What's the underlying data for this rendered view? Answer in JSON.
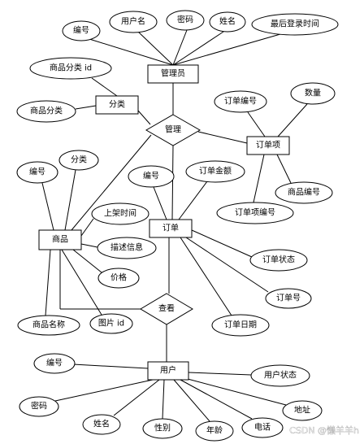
{
  "entities": {
    "admin": "管理员",
    "category": "分类",
    "product": "商品",
    "order_item": "订单项",
    "order": "订单",
    "user": "用户"
  },
  "relationships": {
    "manage": "管理",
    "view": "查看"
  },
  "attributes": {
    "admin_id": "编号",
    "admin_username": "用户名",
    "admin_password": "密码",
    "admin_name": "姓名",
    "admin_last_login": "最后登录时间",
    "category_id": "商品分类 id",
    "category_name": "商品分类",
    "product_id": "编号",
    "product_category": "分类",
    "product_shelf_time": "上架时间",
    "product_desc": "描述信息",
    "product_price": "价格",
    "product_name": "商品名称",
    "product_image": "图片 id",
    "oi_order_no": "订单编号",
    "oi_quantity": "数量",
    "oi_product_no": "商品编号",
    "oi_item_no": "订单项编号",
    "order_id": "编号",
    "order_amount": "订单金额",
    "order_status": "订单状态",
    "order_no": "订单号",
    "order_date": "订单日期",
    "user_id": "编号",
    "user_status": "用户状态",
    "user_password": "密码",
    "user_name": "姓名",
    "user_gender": "性别",
    "user_age": "年龄",
    "user_phone": "电话",
    "user_address": "地址"
  },
  "watermark": "CSDN @懒羊羊h"
}
